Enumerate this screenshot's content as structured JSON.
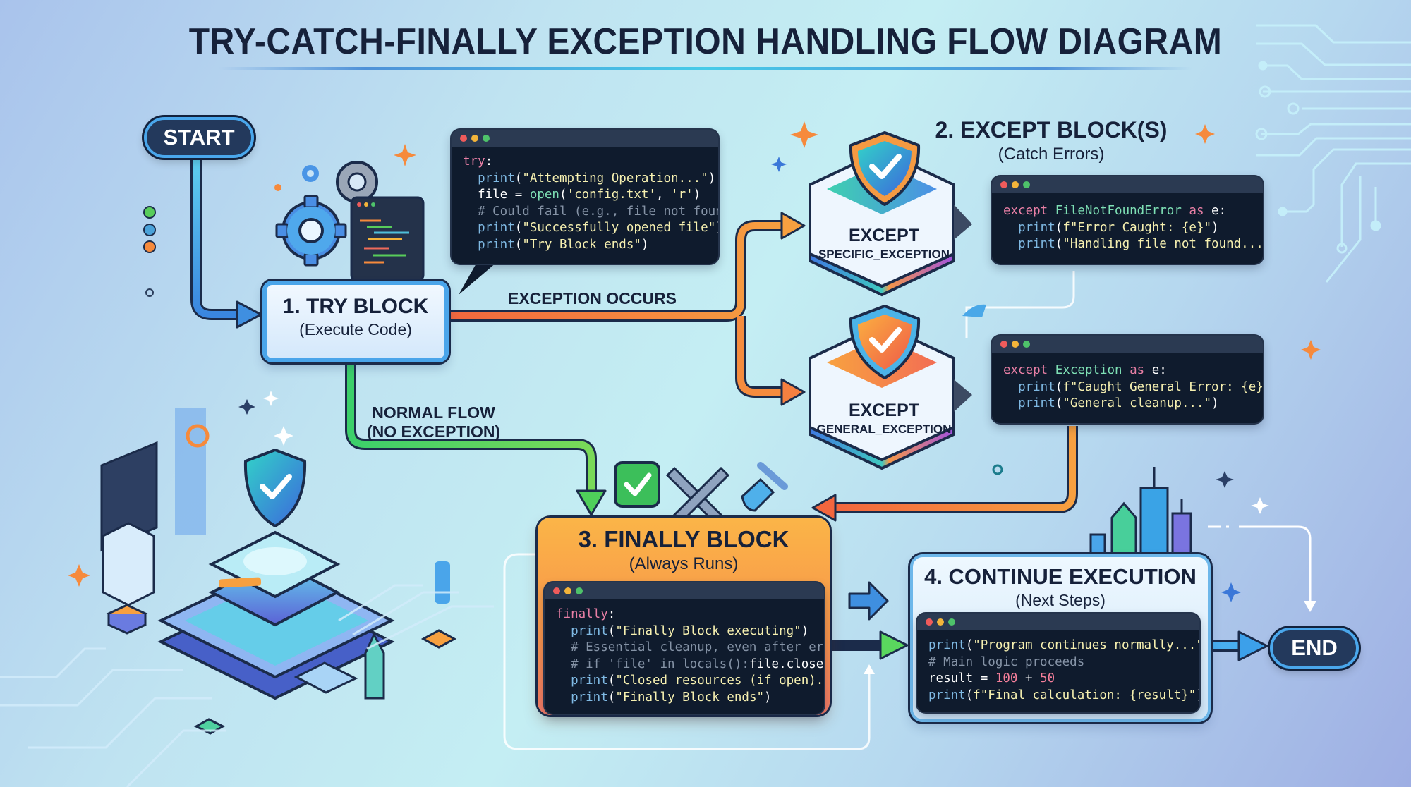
{
  "title": "TRY-CATCH-FINALLY EXCEPTION HANDLING FLOW DIAGRAM",
  "colors": {
    "dark_navy": "#16213a",
    "try_blue": "#4aa5ea",
    "exception_orange": "#f57c3c",
    "normal_green": "#4fcf5a",
    "finally_orange": "#f7934a",
    "code_bg": "#0f1b2d"
  },
  "nodes": {
    "start": {
      "label": "START"
    },
    "end": {
      "label": "END"
    },
    "try": {
      "title": "1. TRY BLOCK",
      "subtitle": "(Execute Code)"
    },
    "except_header": {
      "title": "2. EXCEPT BLOCK(S)",
      "subtitle": "(Catch Errors)"
    },
    "except_specific": {
      "title": "EXCEPT",
      "subtitle": "SPECIFIC_EXCEPTION"
    },
    "except_general": {
      "title": "EXCEPT",
      "subtitle": "GENERAL_EXCEPTION"
    },
    "finally": {
      "title": "3. FINALLY BLOCK",
      "subtitle": "(Always Runs)"
    },
    "continue": {
      "title": "4. CONTINUE EXECUTION",
      "subtitle": "(Next Steps)"
    }
  },
  "edges": {
    "exception_occurs": "EXCEPTION OCCURS",
    "normal_flow_line1": "NORMAL FLOW",
    "normal_flow_line2": "(NO EXCEPTION)"
  },
  "code": {
    "try": [
      [
        [
          "kw",
          "try"
        ],
        [
          "pl",
          ":"
        ]
      ],
      [
        [
          "pl",
          "  "
        ],
        [
          "fn",
          "print"
        ],
        [
          "pl",
          "("
        ],
        [
          "str",
          "\"Attempting Operation...\""
        ],
        [
          "pl",
          ")"
        ]
      ],
      [
        [
          "pl",
          "  file = "
        ],
        [
          "cls",
          "open"
        ],
        [
          "pl",
          "("
        ],
        [
          "str",
          "'config.txt'"
        ],
        [
          "pl",
          ", "
        ],
        [
          "str",
          "'r'"
        ],
        [
          "pl",
          ")"
        ]
      ],
      [
        [
          "cm",
          "  # Could fail (e.g., file not found)"
        ]
      ],
      [
        [
          "pl",
          "  "
        ],
        [
          "fn",
          "print"
        ],
        [
          "pl",
          "("
        ],
        [
          "str",
          "\"Successfully opened file\""
        ],
        [
          "pl",
          ")"
        ]
      ],
      [
        [
          "pl",
          "  "
        ],
        [
          "fn",
          "print"
        ],
        [
          "pl",
          "("
        ],
        [
          "str",
          "\"Try Block ends\""
        ],
        [
          "pl",
          ")"
        ]
      ]
    ],
    "except_specific": [
      [
        [
          "kw",
          "except "
        ],
        [
          "cls",
          "FileNotFoundError"
        ],
        [
          "kw",
          " as "
        ],
        [
          "pl",
          "e:"
        ]
      ],
      [
        [
          "pl",
          "  "
        ],
        [
          "fn",
          "print"
        ],
        [
          "pl",
          "("
        ],
        [
          "str",
          "f\"Error Caught: {e}\""
        ],
        [
          "pl",
          ")"
        ]
      ],
      [
        [
          "pl",
          "  "
        ],
        [
          "fn",
          "print"
        ],
        [
          "pl",
          "("
        ],
        [
          "str",
          "\"Handling file not found...\""
        ],
        [
          "pl",
          ")"
        ]
      ]
    ],
    "except_general": [
      [
        [
          "kw",
          "except "
        ],
        [
          "cls",
          "Exception"
        ],
        [
          "kw",
          " as "
        ],
        [
          "pl",
          "e:"
        ]
      ],
      [
        [
          "pl",
          "  "
        ],
        [
          "fn",
          "print"
        ],
        [
          "pl",
          "("
        ],
        [
          "str",
          "f\"Caught General Error: {e}\""
        ],
        [
          "pl",
          ")"
        ]
      ],
      [
        [
          "pl",
          "  "
        ],
        [
          "fn",
          "print"
        ],
        [
          "pl",
          "("
        ],
        [
          "str",
          "\"General cleanup...\""
        ],
        [
          "pl",
          ")"
        ]
      ]
    ],
    "finally": [
      [
        [
          "kw",
          "finally"
        ],
        [
          "pl",
          ":"
        ]
      ],
      [
        [
          "pl",
          "  "
        ],
        [
          "fn",
          "print"
        ],
        [
          "pl",
          "("
        ],
        [
          "str",
          "\"Finally Block executing\""
        ],
        [
          "pl",
          ")"
        ]
      ],
      [
        [
          "cm",
          "  # Essential cleanup, even after errors"
        ]
      ],
      [
        [
          "cm",
          "  # if 'file' in locals():"
        ],
        [
          "pl",
          "file.close()"
        ]
      ],
      [
        [
          "pl",
          "  "
        ],
        [
          "fn",
          "print"
        ],
        [
          "pl",
          "("
        ],
        [
          "str",
          "\"Closed resources (if open).\""
        ],
        [
          "pl",
          ")"
        ]
      ],
      [
        [
          "pl",
          "  "
        ],
        [
          "fn",
          "print"
        ],
        [
          "pl",
          "("
        ],
        [
          "str",
          "\"Finally Block ends\""
        ],
        [
          "pl",
          ")"
        ]
      ]
    ],
    "continue": [
      [
        [
          "fn",
          "print"
        ],
        [
          "pl",
          "("
        ],
        [
          "str",
          "\"Program continues normally...\""
        ],
        [
          "pl",
          ")"
        ]
      ],
      [
        [
          "cm",
          "# Main logic proceeds"
        ]
      ],
      [
        [
          "pl",
          "result = "
        ],
        [
          "num",
          "100"
        ],
        [
          "pl",
          " + "
        ],
        [
          "num",
          "50"
        ]
      ],
      [
        [
          "fn",
          "print"
        ],
        [
          "pl",
          "("
        ],
        [
          "str",
          "f\"Final calculation: {result}\""
        ],
        [
          "pl",
          ")"
        ]
      ]
    ]
  },
  "icons": [
    "gear-icon",
    "code-window-icon",
    "shield-check-icon",
    "checkmark-icon",
    "wrench-icon",
    "brush-icon",
    "server-icon",
    "city-buildings-icon",
    "sparkle-icon",
    "circuit-lines"
  ]
}
